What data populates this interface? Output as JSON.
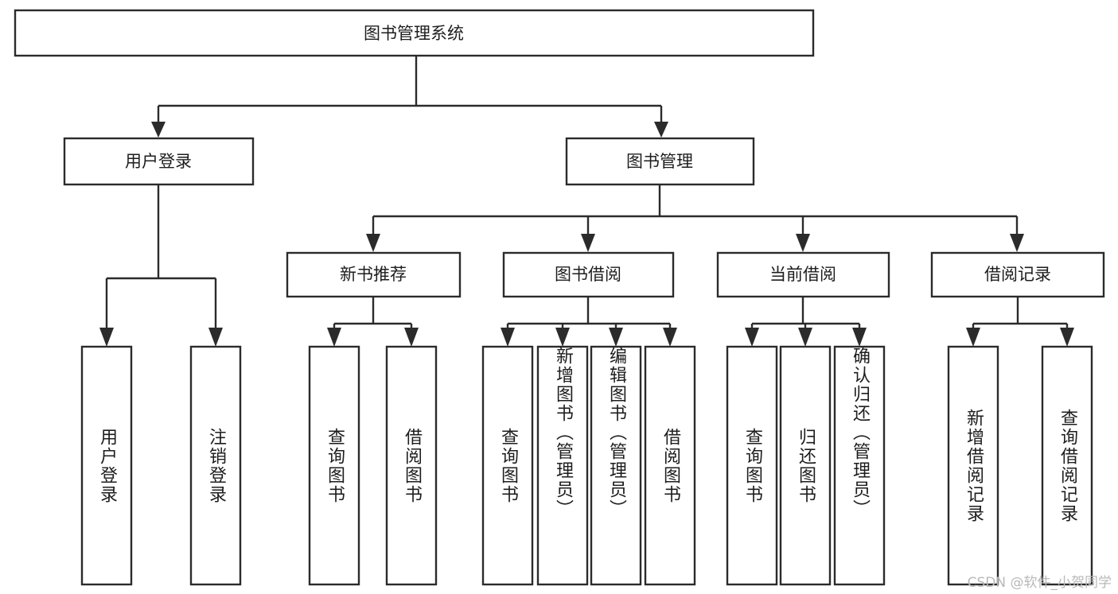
{
  "diagram": {
    "title_node": {
      "id": "root",
      "label": "图书管理系统"
    },
    "level2": [
      {
        "id": "user-login",
        "label": "用户登录"
      },
      {
        "id": "book-manage",
        "label": "图书管理"
      }
    ],
    "level3": [
      {
        "id": "new-book-recommend",
        "label": "新书推荐"
      },
      {
        "id": "book-borrow",
        "label": "图书借阅"
      },
      {
        "id": "current-borrow",
        "label": "当前借阅"
      },
      {
        "id": "borrow-record",
        "label": "借阅记录"
      }
    ],
    "leaves": {
      "user_login": [
        {
          "id": "leaf-user-login",
          "label": "用户登录"
        },
        {
          "id": "leaf-logout-login",
          "label": "注销登录"
        }
      ],
      "new_book_recommend": [
        {
          "id": "leaf-query-book-1",
          "label": "查询图书"
        },
        {
          "id": "leaf-borrow-book-1",
          "label": "借阅图书"
        }
      ],
      "book_borrow": [
        {
          "id": "leaf-query-book-2",
          "label": "查询图书"
        },
        {
          "id": "leaf-add-book",
          "label": "新增图书（管理员）"
        },
        {
          "id": "leaf-edit-book",
          "label": "编辑图书（管理员）"
        },
        {
          "id": "leaf-borrow-book-2",
          "label": "借阅图书"
        }
      ],
      "current_borrow": [
        {
          "id": "leaf-query-book-3",
          "label": "查询图书"
        },
        {
          "id": "leaf-return-book",
          "label": "归还图书"
        },
        {
          "id": "leaf-confirm-return",
          "label": "确认归还（管理员）"
        }
      ],
      "borrow_record": [
        {
          "id": "leaf-add-record",
          "label": "新增借阅记录"
        },
        {
          "id": "leaf-query-record",
          "label": "查询借阅记录"
        }
      ]
    }
  },
  "watermark": {
    "text": "CSDN @软件_小贺同学"
  },
  "colors": {
    "stroke": "#2b2b2b",
    "fill": "#ffffff",
    "text": "#1d1d1d",
    "watermark": "#b9b9b9"
  }
}
